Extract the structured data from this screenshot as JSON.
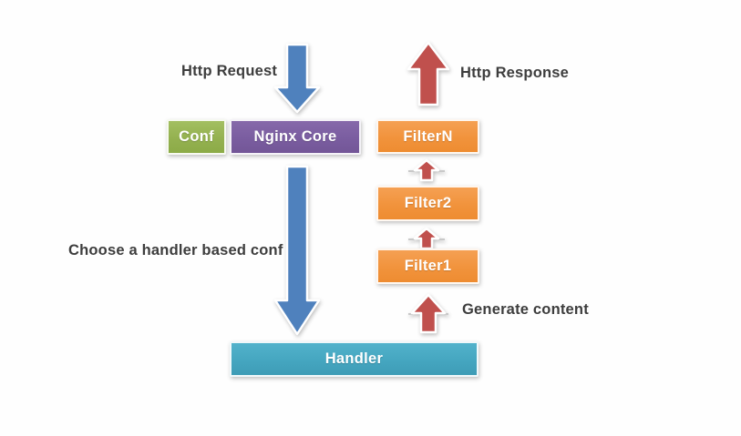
{
  "canvas": {
    "background": "#ffffff"
  },
  "annotations": {
    "http_request": "Http Request",
    "http_response": "Http Response",
    "choose_handler": "Choose a handler based conf",
    "generate_content": "Generate content"
  },
  "nodes": {
    "conf": {
      "label": "Conf",
      "color": "#9bbb59"
    },
    "nginx_core": {
      "label": "Nginx Core",
      "color": "#8064a2"
    },
    "filter_n": {
      "label": "FilterN",
      "color": "#f79646"
    },
    "filter_2": {
      "label": "Filter2",
      "color": "#f79646"
    },
    "filter_1": {
      "label": "Filter1",
      "color": "#f79646"
    },
    "handler": {
      "label": "Handler",
      "color": "#4bacc6"
    }
  },
  "arrows": {
    "request_down": {
      "direction": "down",
      "color": "#4f81bd"
    },
    "response_up": {
      "direction": "up",
      "color": "#c0504d"
    },
    "core_to_handler": {
      "direction": "down",
      "color": "#4f81bd"
    },
    "filter2_to_filtern": {
      "direction": "up",
      "color": "#c0504d"
    },
    "filter1_to_filter2": {
      "direction": "up",
      "color": "#c0504d"
    },
    "handler_to_filter1": {
      "direction": "up",
      "color": "#c0504d"
    }
  },
  "colors": {
    "annotation_text": "#3d3d3d"
  }
}
